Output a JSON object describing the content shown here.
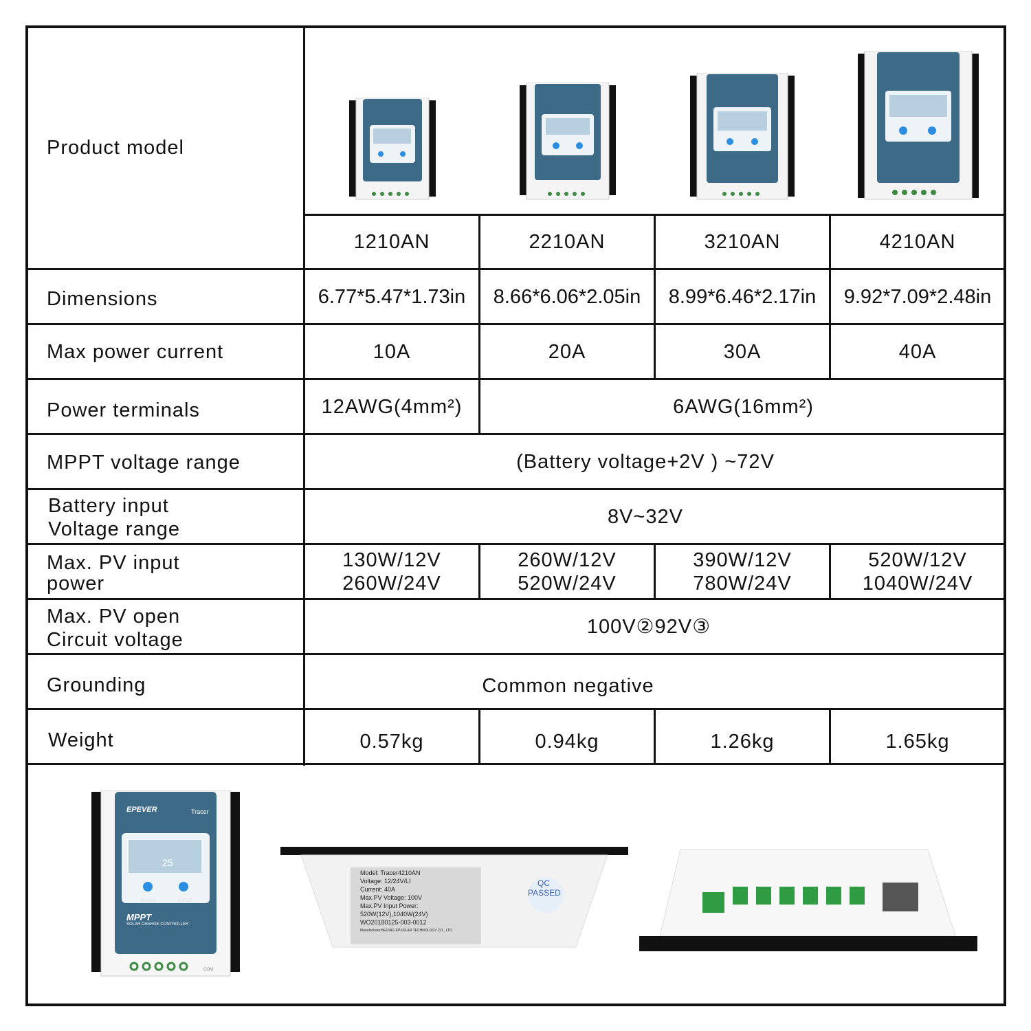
{
  "labels": {
    "product_model": "Product model",
    "dimensions": "Dimensions",
    "max_power_current": "Max power current",
    "power_terminals": "Power terminals",
    "mppt_voltage_range": "MPPT voltage range",
    "battery_input_1": "Battery input",
    "battery_input_2": "Voltage range",
    "max_pv_power_1": "Max. PV input",
    "max_pv_power_2": "power",
    "max_pv_open_1": "Max. PV open",
    "max_pv_open_2": "Circuit voltage",
    "grounding": "Grounding",
    "weight": "Weight"
  },
  "models": [
    "1210AN",
    "2210AN",
    "3210AN",
    "4210AN"
  ],
  "dimensions": [
    "6.77*5.47*1.73in",
    "8.66*6.06*2.05in",
    "8.99*6.46*2.17in",
    "9.92*7.09*2.48in"
  ],
  "max_power_current": [
    "10A",
    "20A",
    "30A",
    "40A"
  ],
  "power_terminals": [
    "12AWG(4mm²)",
    "6AWG(16mm²)"
  ],
  "mppt_voltage_range": "(Battery voltage+2V )  ~72V",
  "battery_input_range": "8V~32V",
  "max_pv_power": [
    [
      "130W/12V",
      "260W/24V"
    ],
    [
      "260W/12V",
      "520W/24V"
    ],
    [
      "390W/12V",
      "780W/24V"
    ],
    [
      "520W/12V",
      "1040W/24V"
    ]
  ],
  "max_pv_open_voltage": "100V②92V③",
  "grounding": "Common negative",
  "weight": [
    "0.57kg",
    "0.94kg",
    "1.26kg",
    "1.65kg"
  ],
  "device": {
    "brand": "EPEVER",
    "series": "Tracer",
    "display": "25",
    "btn1": "SELECT",
    "btn2": "ENTER",
    "title": "MPPT",
    "subtitle": "SOLAR CHARGE CONTROLLER",
    "port": "COM"
  },
  "label_sticker": {
    "lines": [
      "Model: Tracer4210AN",
      "Voltage: 12/24V/LI",
      "Current: 40A",
      "Max.PV Voltage: 100V",
      "Max.PV Input Power:",
      "520W(12V),1040W(24V)",
      "WO20180125-003-0012",
      "Manufacturer:BEIJING EPSOLAR TECHNOLOGY CO., LTD."
    ],
    "qc_1": "QC",
    "qc_2": "PASSED"
  }
}
